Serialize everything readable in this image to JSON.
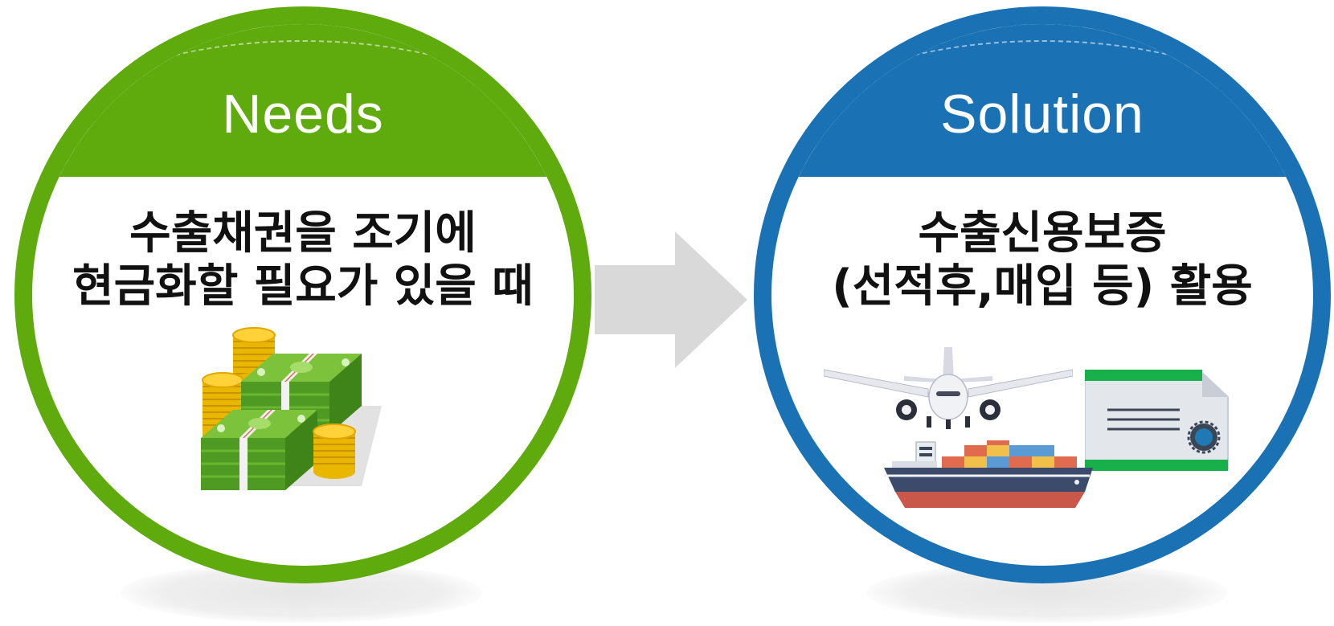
{
  "needs": {
    "title": "Needs",
    "line1": "수출채권을 조기에",
    "line2": "현금화할 필요가 있을 때",
    "illustration_icon": "money-stack-coins-icon",
    "color": "#5faa0c"
  },
  "solution": {
    "title": "Solution",
    "line1": "수출신용보증",
    "line2": "(선적후,매입 등) 활용",
    "illustration_icons": [
      "airplane-icon",
      "cargo-ship-icon",
      "certificate-icon"
    ],
    "color": "#1a72b4"
  },
  "arrow": {
    "icon": "right-arrow-icon",
    "color": "#d9d9d9"
  }
}
